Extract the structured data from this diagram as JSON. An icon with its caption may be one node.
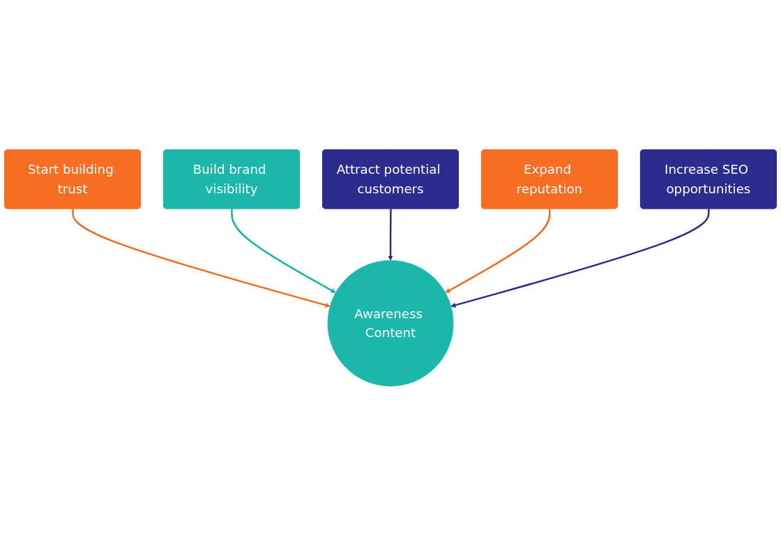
{
  "diagram": {
    "nodes": [
      {
        "text": [
          "Start building trust"
        ]
      },
      {
        "text": [
          "Build brand visibility"
        ]
      },
      {
        "text": [
          "Attract potential customers"
        ]
      },
      {
        "text": [
          "Expand reputation"
        ]
      },
      {
        "text": [
          "Awareness Content"
        ]
      },
      {
        "text": [
          "Increase SEO opportunities"
        ]
      }
    ],
    "edges": [
      {
        "from": 0,
        "to": 4,
        "arrow": "to",
        "color": "#f26a1b"
      },
      {
        "from": 1,
        "to": 4,
        "arrow": "to",
        "color": "#13b3a6"
      },
      {
        "from": 2,
        "to": 4,
        "arrow": "to",
        "color": "#2b2b8c"
      },
      {
        "from": 3,
        "to": 4,
        "arrow": "to",
        "color": "#f26a1b"
      },
      {
        "from": 5,
        "to": 4,
        "arrow": "to",
        "color": "#2b2b8c"
      }
    ]
  }
}
